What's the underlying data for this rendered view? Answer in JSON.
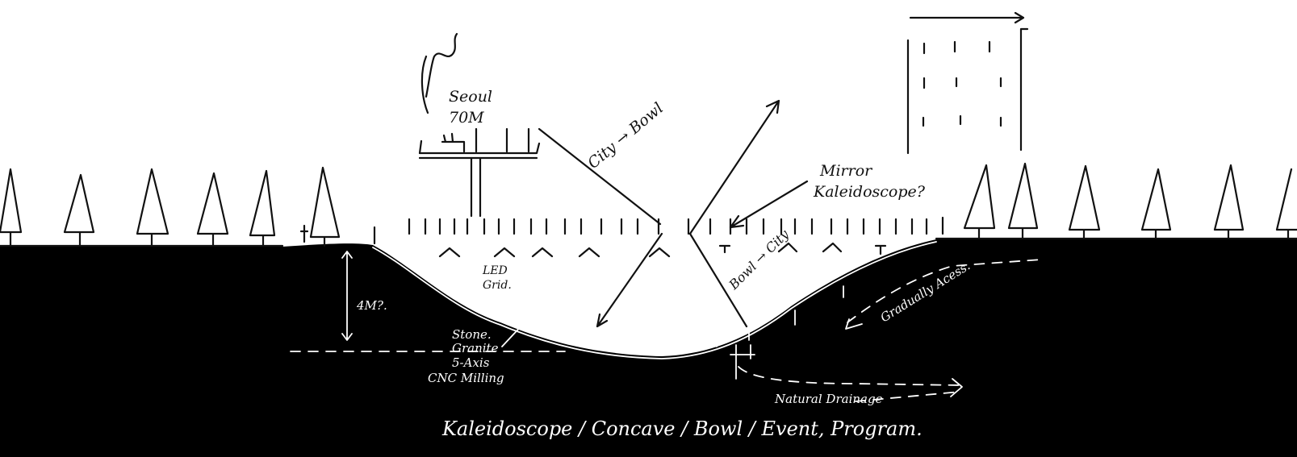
{
  "labels": {
    "seoul_line1": "Seoul",
    "seoul_line2": "70M",
    "city_to_bowl": "City → Bowl",
    "mirror_line1": "Mirror",
    "mirror_line2": "Kaleidoscope?",
    "led_line1": "LED",
    "led_line2": "Grid.",
    "depth": "4M?.",
    "bowl_to_city": "Bowl → City",
    "gradually_access": "Gradually Acess.",
    "stone_line1": "Stone.",
    "stone_line2": "Granite",
    "stone_line3": "5-Axis",
    "stone_line4": "CNC Milling",
    "natural_drainage": "Natural Drainage"
  },
  "caption": "Kaleidoscope / Concave / Bowl / Event, Program.",
  "colors": {
    "ink": "#111111",
    "paper": "#ffffff",
    "ground": "#000000"
  }
}
